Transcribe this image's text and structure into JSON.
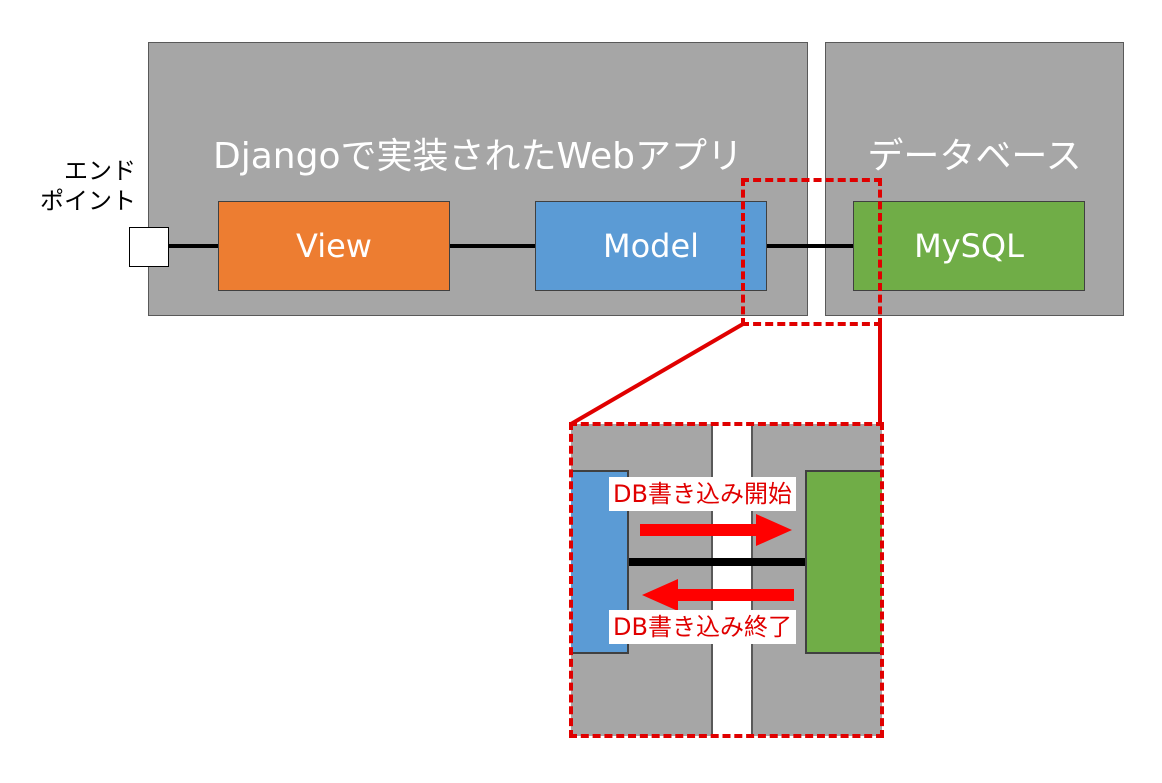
{
  "diagram": {
    "app_panel": {
      "title": "Djangoで実装されたWebアプリ"
    },
    "db_panel": {
      "title": "データベース"
    },
    "endpoint": {
      "line1": "エンド",
      "line2": "ポイント"
    },
    "components": {
      "view": {
        "label": "View",
        "color": "#ed7d31"
      },
      "model": {
        "label": "Model",
        "color": "#5b9bd5"
      },
      "mysql": {
        "label": "MySQL",
        "color": "#70ad47"
      }
    },
    "zoom": {
      "write_start": "DB書き込み開始",
      "write_end": "DB書き込み終了",
      "highlight_color": "#e00000"
    }
  }
}
